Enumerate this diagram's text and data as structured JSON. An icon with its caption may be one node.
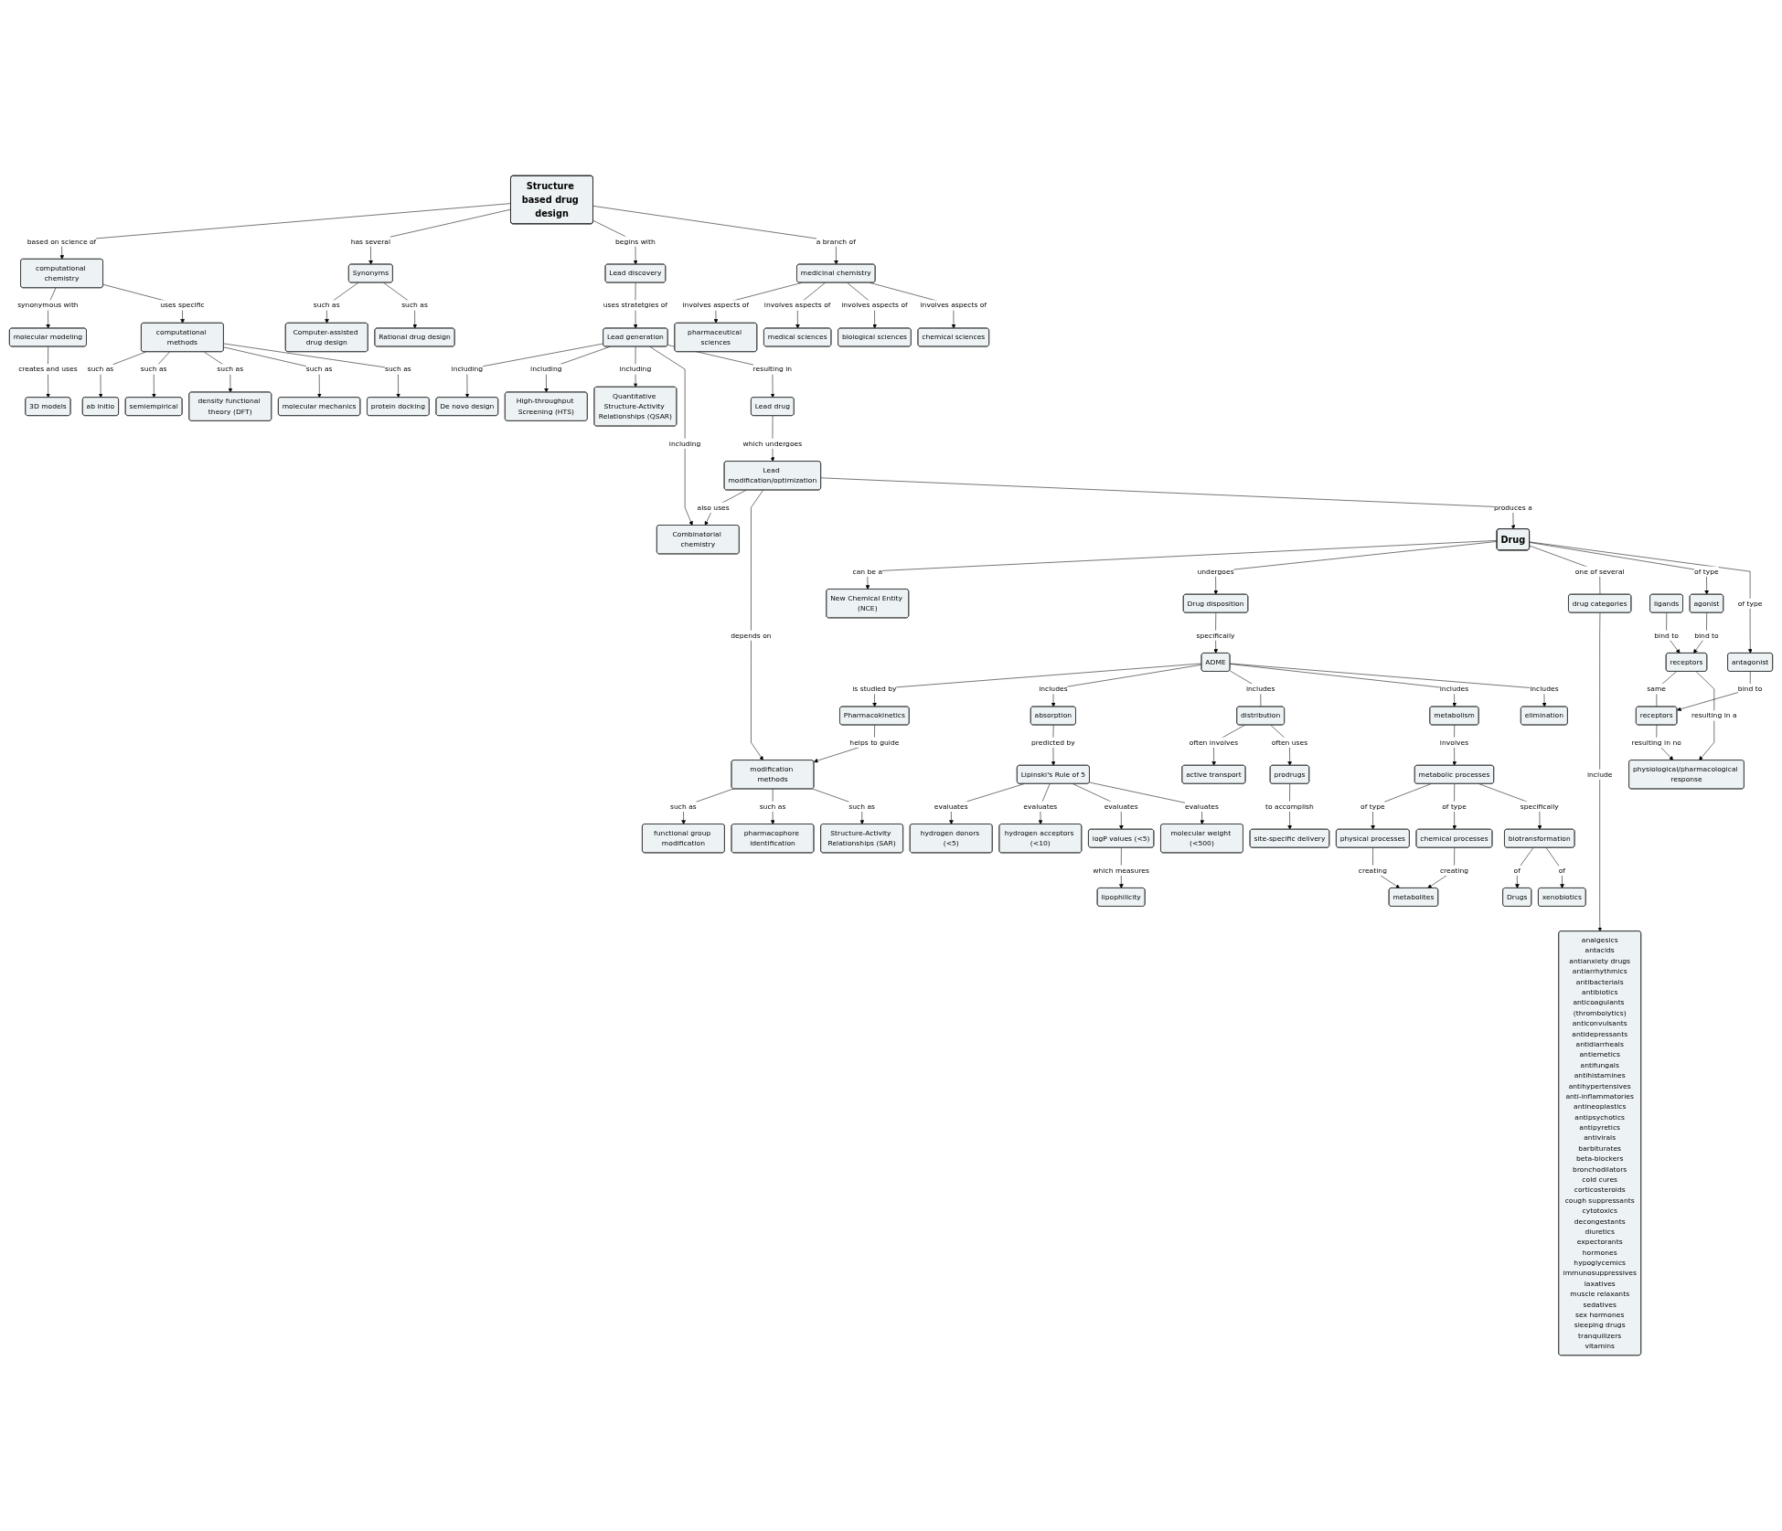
{
  "diagram": {
    "nodes": [
      {
        "text": [
          "3D models"
        ]
      },
      {
        "text": [
          "ab initio"
        ]
      },
      {
        "text": [
          "semiempirical"
        ]
      },
      {
        "text": [
          "density functional theory (DFT)"
        ]
      },
      {
        "text": [
          "molecular modeling"
        ]
      },
      {
        "text": [
          "computational methods"
        ]
      },
      {
        "text": [
          "molecular mechanics"
        ]
      },
      {
        "text": [
          "protein docking"
        ]
      },
      {
        "text": [
          "computational chemistry"
        ]
      },
      {
        "text": [
          "Computer-assisted drug design"
        ]
      },
      {
        "text": [
          "Structure based drug design"
        ]
      },
      {
        "text": [
          "Synonyms"
        ]
      },
      {
        "text": [
          "pharmaceutical sciences"
        ]
      },
      {
        "text": [
          "Rational drug design"
        ]
      },
      {
        "text": [
          "Lead discovery"
        ]
      },
      {
        "text": [
          "medicinal chemistry"
        ]
      },
      {
        "text": [
          "medical sciences"
        ]
      },
      {
        "text": [
          "De novo design"
        ]
      },
      {
        "text": [
          "Lead generation"
        ]
      },
      {
        "text": [
          "biological sciences"
        ]
      },
      {
        "text": [
          "High-throughput Screening (HTS)"
        ]
      },
      {
        "text": [
          "chemical sciences"
        ]
      },
      {
        "text": [
          "functional group modification"
        ]
      },
      {
        "text": [
          "Quantitative Structure-Activity Relationships (QSAR)"
        ]
      },
      {
        "text": [
          "Lead drug"
        ]
      },
      {
        "text": [
          "pharmacophore identification"
        ]
      },
      {
        "text": [
          "Combinatorial chemistry"
        ]
      },
      {
        "text": [
          "modification methods"
        ]
      },
      {
        "text": [
          "hydrogen donors (<5)"
        ]
      },
      {
        "text": [
          "Structure-Activity Relationships (SAR)"
        ]
      },
      {
        "text": [
          "Lead modification/optimization"
        ]
      },
      {
        "text": [
          "hydrogen acceptors (<10)"
        ]
      },
      {
        "text": [
          "lipophilicity"
        ]
      },
      {
        "text": [
          "Drug"
        ]
      },
      {
        "text": [
          "New Chemical Entity (NCE)"
        ]
      },
      {
        "text": [
          "Drug disposition"
        ]
      },
      {
        "text": [
          "Pharmacokinetics"
        ]
      },
      {
        "text": [
          "logP values (<5)"
        ]
      },
      {
        "text": [
          "drug categories"
        ]
      },
      {
        "text": [
          "agonist"
        ]
      },
      {
        "text": [
          "antagonist"
        ]
      },
      {
        "text": [
          "molecular weight (<500)"
        ]
      },
      {
        "text": [
          "Lipinski's Rule of 5"
        ]
      },
      {
        "text": [
          "ADME"
        ]
      },
      {
        "text": [
          "site-specific delivery"
        ]
      },
      {
        "text": [
          "active transport"
        ]
      },
      {
        "text": [
          "receptors"
        ]
      },
      {
        "text": [
          "receptors"
        ]
      },
      {
        "text": [
          "absorption"
        ]
      },
      {
        "text": [
          "prodrugs"
        ]
      },
      {
        "text": [
          "physical processes"
        ]
      },
      {
        "text": [
          "analgesics",
          "antacids",
          "antianxiety drugs",
          "antiarrhythmics",
          "antibacterials",
          "antibiotics",
          "anticoagulants (thrombolytics)",
          "anticonvulsants",
          "antidepressants",
          "antidiarrheals",
          "antiemetics",
          "antifungals",
          "antihistamines",
          "antihypertensives",
          "anti-inflammatories",
          "antineoplastics",
          "antipsychotics",
          "antipyretics",
          "antivirals",
          "barbiturates",
          "beta-blockers",
          "bronchodilators",
          "cold cures",
          "corticosteroids",
          "cough suppressants",
          "cytotoxics",
          "decongestants",
          "diuretics",
          "expectorants",
          "hormones",
          "hypoglycemics",
          "immunosuppressives",
          "laxatives",
          "muscle relaxants",
          "sedatives",
          "sex hormones",
          "sleeping drugs",
          "tranquilizers",
          "vitamins"
        ]
      },
      {
        "text": [
          "metabolites"
        ]
      },
      {
        "text": [
          "distribution"
        ]
      },
      {
        "text": [
          "ligands"
        ]
      },
      {
        "text": [
          "physiological/pharmacological response"
        ]
      },
      {
        "text": [
          "metabolic processes"
        ]
      },
      {
        "text": [
          "chemical processes"
        ]
      },
      {
        "text": [
          "metabolism"
        ]
      },
      {
        "text": [
          "biotransformation"
        ]
      },
      {
        "text": [
          "Drugs"
        ]
      },
      {
        "text": [
          "elimination"
        ]
      },
      {
        "text": [
          "xenobiotics"
        ]
      }
    ],
    "edges": [
      {
        "from": 10,
        "to": 8,
        "arrow": "to",
        "label": "based on science of"
      },
      {
        "from": 8,
        "to": 4,
        "arrow": "to",
        "label": "synonymous with"
      },
      {
        "from": 4,
        "to": 0,
        "arrow": "to",
        "label": "creates and uses"
      },
      {
        "from": 8,
        "to": 5,
        "arrow": "to",
        "label": "uses specific"
      },
      {
        "from": 5,
        "to": 1,
        "arrow": "to",
        "label": "such as"
      },
      {
        "from": 5,
        "to": 2,
        "arrow": "to",
        "label": "such as"
      },
      {
        "from": 5,
        "to": 3,
        "arrow": "to",
        "label": "such as"
      },
      {
        "from": 5,
        "to": 6,
        "arrow": "to",
        "label": "such as"
      },
      {
        "from": 5,
        "to": 7,
        "arrow": "to",
        "label": "such as"
      },
      {
        "from": 10,
        "to": 11,
        "arrow": "to",
        "label": "has several"
      },
      {
        "from": 11,
        "to": 9,
        "arrow": "to",
        "label": "such as"
      },
      {
        "from": 11,
        "to": 13,
        "arrow": "to",
        "label": "such as"
      },
      {
        "from": 10,
        "to": 14,
        "arrow": "to",
        "label": "begins with"
      },
      {
        "from": 10,
        "to": 15,
        "arrow": "to",
        "label": "a branch of"
      },
      {
        "from": 15,
        "to": 12,
        "arrow": "to",
        "label": "involves aspects of"
      },
      {
        "from": 15,
        "to": 16,
        "arrow": "to",
        "label": "involves aspects of"
      },
      {
        "from": 15,
        "to": 19,
        "arrow": "to",
        "label": "involves aspects of"
      },
      {
        "from": 15,
        "to": 21,
        "arrow": "to",
        "label": "involves aspects of"
      },
      {
        "from": 14,
        "to": 18,
        "arrow": "to",
        "label": "uses stratetgies of"
      },
      {
        "from": 18,
        "to": 17,
        "arrow": "to",
        "label": "including"
      },
      {
        "from": 18,
        "to": 20,
        "arrow": "to",
        "label": "including"
      },
      {
        "from": 18,
        "to": 23,
        "arrow": "to",
        "label": "including"
      },
      {
        "from": 18,
        "to": 26,
        "arrow": "to",
        "label": "including"
      },
      {
        "from": 18,
        "to": 24,
        "arrow": "to",
        "label": "resulting in"
      },
      {
        "from": 24,
        "to": 30,
        "arrow": "to",
        "label": "which undergoes"
      },
      {
        "from": 30,
        "to": 26,
        "arrow": "to",
        "label": "also uses"
      },
      {
        "from": 30,
        "to": 27,
        "arrow": "to",
        "label": "depends on"
      },
      {
        "from": 27,
        "to": 22,
        "arrow": "to",
        "label": "such as"
      },
      {
        "from": 27,
        "to": 25,
        "arrow": "to",
        "label": "such as"
      },
      {
        "from": 27,
        "to": 29,
        "arrow": "to",
        "label": "such as"
      },
      {
        "from": 36,
        "to": 27,
        "arrow": "to",
        "label": "helps to guide"
      },
      {
        "from": 30,
        "to": 33,
        "arrow": "to",
        "label": "produces a"
      },
      {
        "from": 33,
        "to": 34,
        "arrow": "to",
        "label": "can be a"
      },
      {
        "from": 33,
        "to": 35,
        "arrow": "to",
        "label": "undergoes"
      },
      {
        "from": 33,
        "to": 38,
        "arrow": "none",
        "label": "one of several"
      },
      {
        "from": 38,
        "to": 51,
        "arrow": "to",
        "label": "include"
      },
      {
        "from": 33,
        "to": 39,
        "arrow": "to",
        "label": "of type"
      },
      {
        "from": 33,
        "to": 40,
        "arrow": "to",
        "label": "of type"
      },
      {
        "from": 39,
        "to": 46,
        "arrow": "to",
        "label": "bind to"
      },
      {
        "from": 40,
        "to": 47,
        "arrow": "to",
        "label": "bind to"
      },
      {
        "from": 46,
        "to": 47,
        "arrow": "none",
        "label": "same"
      },
      {
        "from": 54,
        "to": 46,
        "arrow": "to",
        "label": "bind to"
      },
      {
        "from": 46,
        "to": 55,
        "arrow": "to",
        "label": "resulting in a"
      },
      {
        "from": 47,
        "to": 55,
        "arrow": "to",
        "label": "resulting in no"
      },
      {
        "from": 35,
        "to": 43,
        "arrow": "to",
        "label": "specifically"
      },
      {
        "from": 43,
        "to": 36,
        "arrow": "to",
        "label": "is studied by"
      },
      {
        "from": 43,
        "to": 48,
        "arrow": "to",
        "label": "includes"
      },
      {
        "from": 43,
        "to": 53,
        "arrow": "none",
        "label": "includes"
      },
      {
        "from": 43,
        "to": 58,
        "arrow": "to",
        "label": "includes"
      },
      {
        "from": 43,
        "to": 61,
        "arrow": "to",
        "label": "includes"
      },
      {
        "from": 48,
        "to": 42,
        "arrow": "to",
        "label": "predicted by"
      },
      {
        "from": 42,
        "to": 28,
        "arrow": "to",
        "label": "evaluates"
      },
      {
        "from": 42,
        "to": 31,
        "arrow": "to",
        "label": "evaluates"
      },
      {
        "from": 42,
        "to": 37,
        "arrow": "to",
        "label": "evaluates"
      },
      {
        "from": 42,
        "to": 41,
        "arrow": "to",
        "label": "evaluates"
      },
      {
        "from": 37,
        "to": 32,
        "arrow": "to",
        "label": "which measures"
      },
      {
        "from": 53,
        "to": 45,
        "arrow": "to",
        "label": "often involves"
      },
      {
        "from": 53,
        "to": 49,
        "arrow": "to",
        "label": "often uses"
      },
      {
        "from": 49,
        "to": 44,
        "arrow": "to",
        "label": "to accomplish"
      },
      {
        "from": 58,
        "to": 56,
        "arrow": "to",
        "label": "involves"
      },
      {
        "from": 56,
        "to": 50,
        "arrow": "to",
        "label": "of type"
      },
      {
        "from": 56,
        "to": 57,
        "arrow": "to",
        "label": "of type"
      },
      {
        "from": 50,
        "to": 52,
        "arrow": "to",
        "label": "creating"
      },
      {
        "from": 57,
        "to": 52,
        "arrow": "to",
        "label": "creating"
      },
      {
        "from": 56,
        "to": 59,
        "arrow": "to",
        "label": "specifically"
      },
      {
        "from": 59,
        "to": 60,
        "arrow": "to",
        "label": "of"
      },
      {
        "from": 59,
        "to": 62,
        "arrow": "to",
        "label": "of"
      }
    ]
  }
}
